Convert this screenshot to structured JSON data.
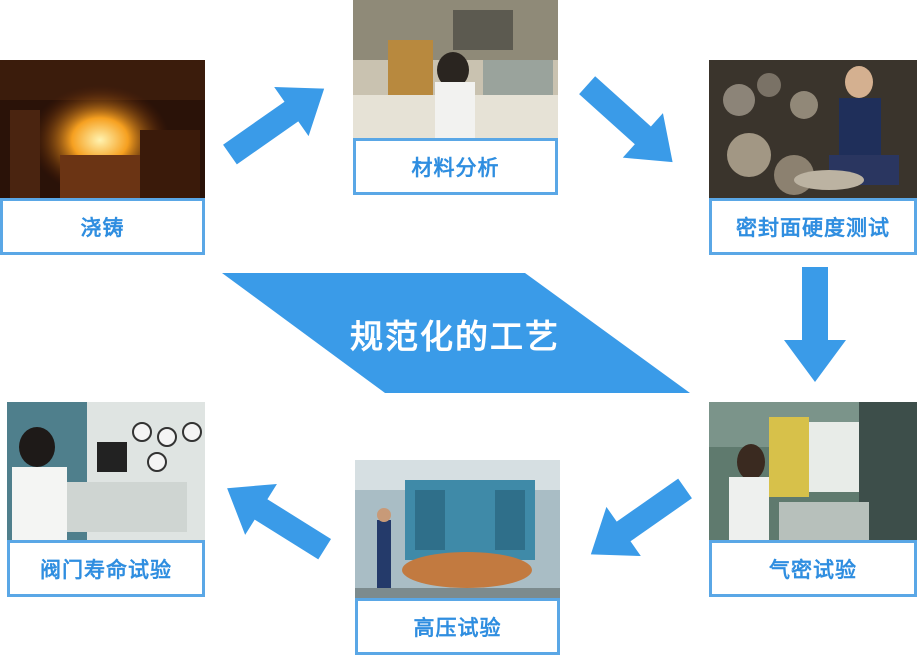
{
  "banner": {
    "text": "规范化的工艺"
  },
  "steps": [
    {
      "label": "浇铸",
      "image": "casting-photo"
    },
    {
      "label": "材料分析",
      "image": "material-analysis-photo"
    },
    {
      "label": "密封面硬度测试",
      "image": "sealing-hardness-test-photo"
    },
    {
      "label": "气密试验",
      "image": "air-tightness-test-photo"
    },
    {
      "label": "高压试验",
      "image": "high-pressure-test-photo"
    },
    {
      "label": "阀门寿命试验",
      "image": "valve-life-test-photo"
    }
  ],
  "colors": {
    "accent": "#2f8ee0",
    "border": "#5aa7e6",
    "arrow": "#3a9be8"
  }
}
